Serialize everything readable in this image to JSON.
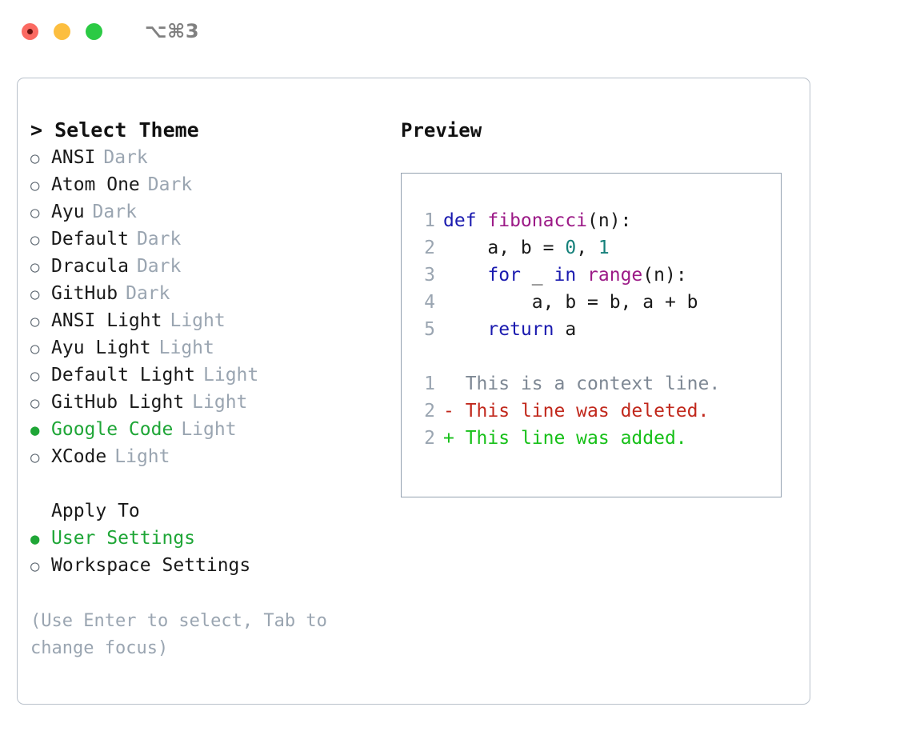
{
  "titlebar": {
    "shortcut": "⌥⌘3",
    "buttons": [
      {
        "name": "close",
        "color": "#fb6a62"
      },
      {
        "name": "minimize",
        "color": "#fcbe3f"
      },
      {
        "name": "zoom",
        "color": "#2bca44"
      }
    ]
  },
  "theme_list": {
    "header": "> Select Theme",
    "items": [
      {
        "marker": "○",
        "label": "ANSI",
        "variant": "Dark",
        "selected": false
      },
      {
        "marker": "○",
        "label": "Atom One",
        "variant": "Dark",
        "selected": false
      },
      {
        "marker": "○",
        "label": "Ayu",
        "variant": "Dark",
        "selected": false
      },
      {
        "marker": "○",
        "label": "Default",
        "variant": "Dark",
        "selected": false
      },
      {
        "marker": "○",
        "label": "Dracula",
        "variant": "Dark",
        "selected": false
      },
      {
        "marker": "○",
        "label": "GitHub",
        "variant": "Dark",
        "selected": false
      },
      {
        "marker": "○",
        "label": "ANSI Light",
        "variant": "Light",
        "selected": false
      },
      {
        "marker": "○",
        "label": "Ayu Light",
        "variant": "Light",
        "selected": false
      },
      {
        "marker": "○",
        "label": "Default Light",
        "variant": "Light",
        "selected": false
      },
      {
        "marker": "○",
        "label": "GitHub Light",
        "variant": "Light",
        "selected": false
      },
      {
        "marker": "●",
        "label": "Google Code",
        "variant": "Light",
        "selected": true
      },
      {
        "marker": "○",
        "label": "XCode",
        "variant": "Light",
        "selected": false
      }
    ]
  },
  "apply_to": {
    "title": "Apply To",
    "items": [
      {
        "marker": "●",
        "label": "User Settings",
        "selected": true
      },
      {
        "marker": "○",
        "label": "Workspace Settings",
        "selected": false
      }
    ]
  },
  "help_text": "(Use Enter to select, Tab to change focus)",
  "preview": {
    "title": "Preview",
    "code_lines": [
      {
        "num": "1",
        "tokens": [
          {
            "t": "def ",
            "k": "kw"
          },
          {
            "t": "fibonacci",
            "k": "fn"
          },
          {
            "t": "(n):",
            "k": "plain"
          }
        ]
      },
      {
        "num": "2",
        "tokens": [
          {
            "t": "    a, b = ",
            "k": "plain"
          },
          {
            "t": "0",
            "k": "num"
          },
          {
            "t": ", ",
            "k": "plain"
          },
          {
            "t": "1",
            "k": "num"
          }
        ]
      },
      {
        "num": "3",
        "tokens": [
          {
            "t": "    ",
            "k": "plain"
          },
          {
            "t": "for",
            "k": "kw"
          },
          {
            "t": " _ ",
            "k": "plain"
          },
          {
            "t": "in",
            "k": "kw"
          },
          {
            "t": " ",
            "k": "plain"
          },
          {
            "t": "range",
            "k": "fn"
          },
          {
            "t": "(n):",
            "k": "plain"
          }
        ]
      },
      {
        "num": "4",
        "tokens": [
          {
            "t": "        a, b = b, a + b",
            "k": "plain"
          }
        ]
      },
      {
        "num": "5",
        "tokens": [
          {
            "t": "    ",
            "k": "plain"
          },
          {
            "t": "return",
            "k": "kw"
          },
          {
            "t": " a",
            "k": "plain"
          }
        ]
      }
    ],
    "diff_lines": [
      {
        "num": "1",
        "sign": " ",
        "text": " This is a context line.",
        "kind": "ctx"
      },
      {
        "num": "2",
        "sign": "-",
        "text": " This line was deleted.",
        "kind": "del"
      },
      {
        "num": "2",
        "sign": "+",
        "text": " This line was added.",
        "kind": "add"
      }
    ]
  },
  "colors": {
    "accent_green": "#1fa637",
    "muted": "#9aa5b1",
    "keyword": "#1a1aaf",
    "function": "#9c1a87",
    "number": "#15807a",
    "diff_context": "#7e8894",
    "diff_deleted": "#c1281c",
    "diff_added": "#17c019",
    "border": "#b9c1cb"
  }
}
